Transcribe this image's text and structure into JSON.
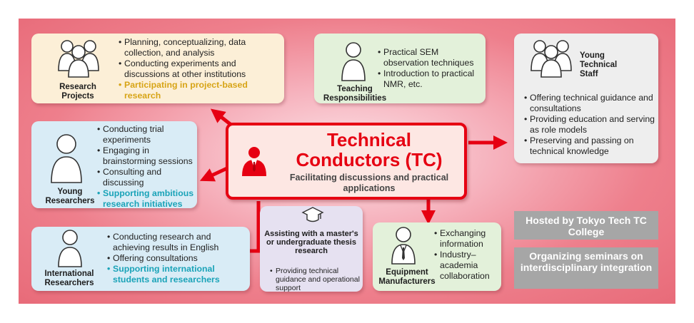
{
  "colors": {
    "accent_red": "#e60012",
    "gold_highlight": "#d7a416",
    "teal_highlight": "#1aa3b8"
  },
  "center": {
    "title": "Technical Conductors (TC)",
    "subtitle": "Facilitating discussions and practical applications",
    "icon": "person-in-suit-icon"
  },
  "research_projects": {
    "label": "Research Projects",
    "icon": "group-of-people-icon",
    "items": [
      "Planning, conceptualizing, data collection, and analysis",
      "Conducting experiments and discussions at other institutions"
    ],
    "highlight": "Participating in project-based research"
  },
  "teaching": {
    "label": "Teaching Responsibilities",
    "icon": "person-icon",
    "items": [
      "Practical SEM observation techniques",
      "Introduction to practical NMR, etc."
    ]
  },
  "young_staff": {
    "label": "Young Technical Staff",
    "icon": "group-of-people-icon",
    "items": [
      "Offering technical guidance and consultations",
      "Providing education and serving as role models",
      "Preserving and passing on technical knowledge"
    ]
  },
  "young_researchers": {
    "label": "Young Researchers",
    "icon": "person-icon",
    "items": [
      "Conducting trial experiments",
      "Engaging in brainstorming sessions",
      "Consulting and discussing"
    ],
    "highlight": "Supporting ambitious research initiatives"
  },
  "international": {
    "label": "International Researchers",
    "icon": "person-icon",
    "items": [
      "Conducting research and achieving results in English",
      "Offering consultations"
    ],
    "highlight": "Supporting international students and researchers"
  },
  "thesis": {
    "title": "Assisting with a master's or undergraduate thesis research",
    "icon": "graduation-cap-icon",
    "items": [
      "Providing technical guidance and operational support"
    ]
  },
  "equipment": {
    "label": "Equipment Manufacturers",
    "icon": "businessman-icon",
    "items": [
      "Exchanging information",
      "Industry–academia collaboration"
    ]
  },
  "hosted": {
    "text": "Hosted by Tokyo Tech TC College"
  },
  "seminars": {
    "text": "Organizing seminars on interdisciplinary integration"
  }
}
